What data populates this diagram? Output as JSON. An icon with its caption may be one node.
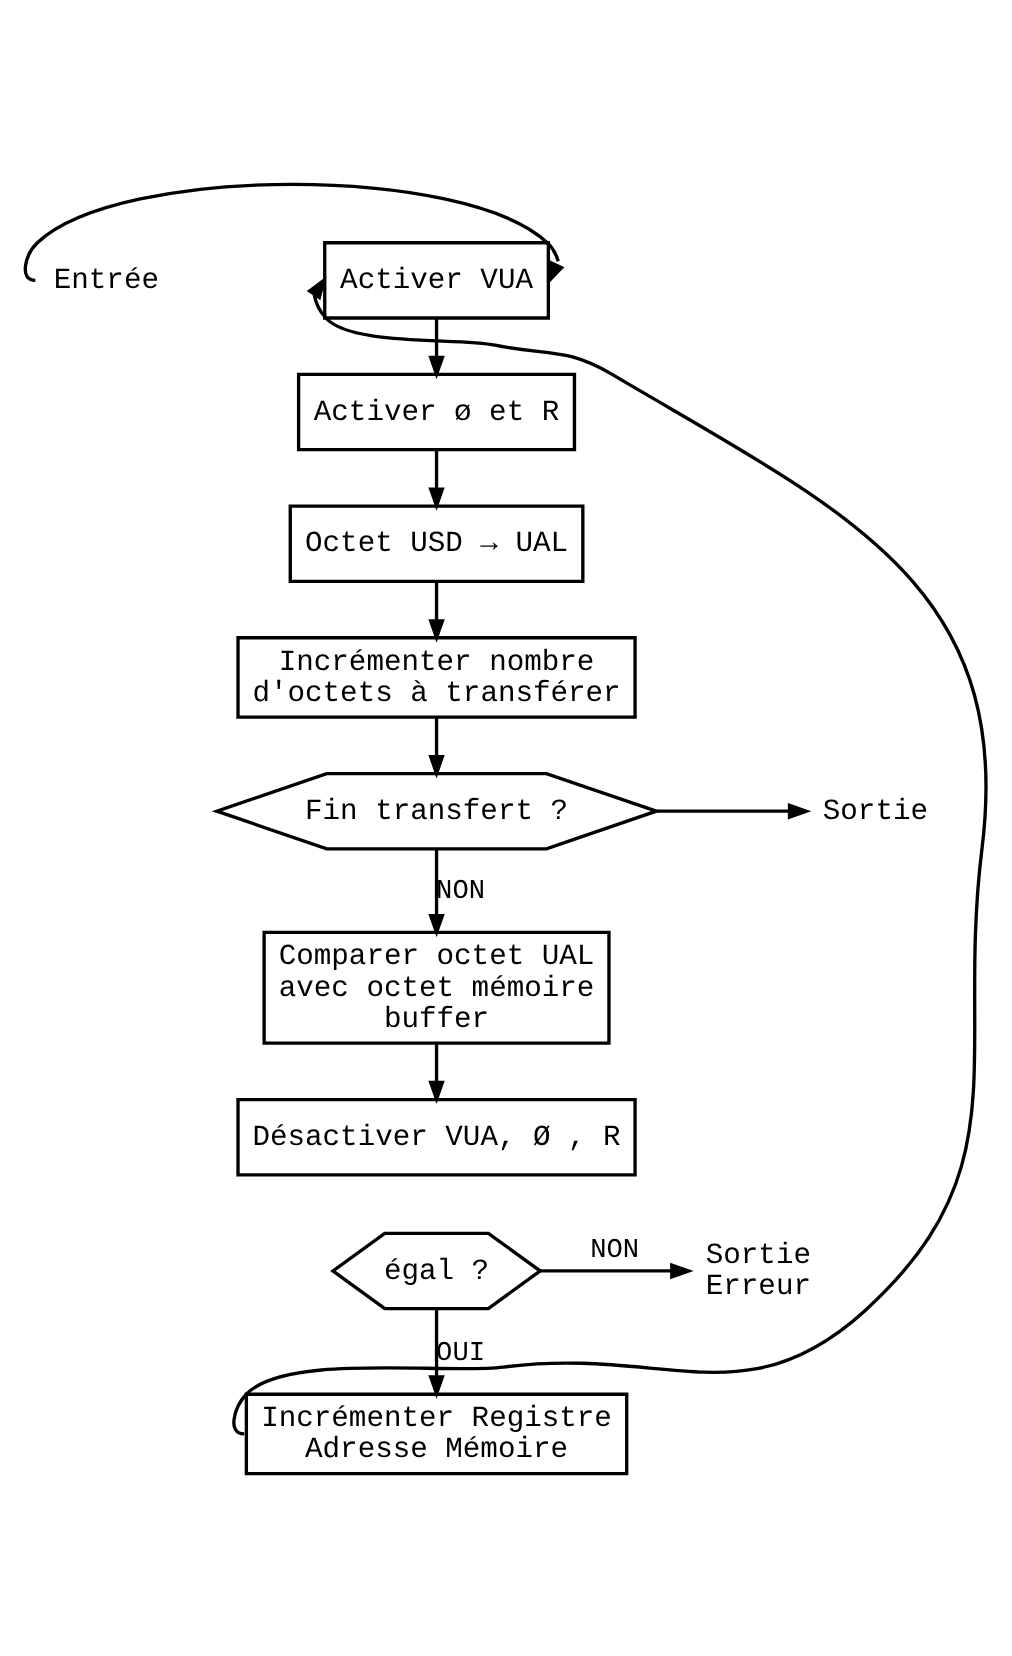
{
  "diagram": {
    "nodes": [
      {
        "text": [
          "Activer VUA"
        ]
      },
      {
        "text": [
          "Entrée"
        ]
      },
      {
        "text": [
          "Activer ø et R"
        ]
      },
      {
        "text": [
          "Octet USD → UAL"
        ]
      },
      {
        "text": [
          "Incrémenter nombre d'octets à transférer"
        ]
      },
      {
        "text": [
          "Fin transfert ?"
        ]
      },
      {
        "text": [
          "Sortie"
        ]
      },
      {
        "text": [
          "Comparer octet UAL avec octet mémoire buffer"
        ]
      },
      {
        "text": [
          "Désactiver VUA, Ø , R"
        ]
      },
      {
        "text": [
          "égal ?"
        ]
      },
      {
        "text": [
          "Sortie Erreur"
        ]
      },
      {
        "text": [
          "Incrémenter Registre Adresse Mémoire"
        ]
      }
    ],
    "edges": [
      {
        "from": 1,
        "to": 0,
        "arrow": "to"
      },
      {
        "from": 0,
        "to": 2,
        "arrow": "to"
      },
      {
        "from": 2,
        "to": 3,
        "arrow": "to"
      },
      {
        "from": 3,
        "to": 4,
        "arrow": "to"
      },
      {
        "from": 4,
        "to": 5,
        "arrow": "to"
      },
      {
        "from": 5,
        "to": 6,
        "arrow": "to"
      },
      {
        "from": 5,
        "to": 7,
        "arrow": "to",
        "label": "NON"
      },
      {
        "from": 7,
        "to": 8,
        "arrow": "to"
      },
      {
        "from": 9,
        "to": 10,
        "arrow": "to",
        "label": "NON"
      },
      {
        "from": 9,
        "to": 11,
        "arrow": "to",
        "label": "OUI"
      },
      {
        "from": 11,
        "to": 0,
        "arrow": "to"
      }
    ]
  }
}
